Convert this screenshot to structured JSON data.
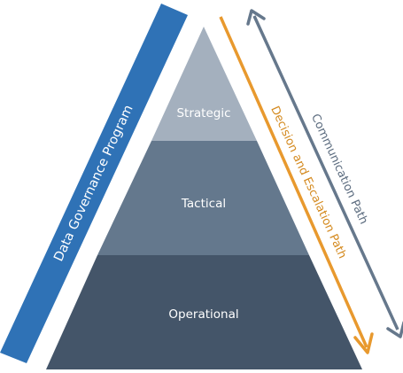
{
  "diagram": {
    "program_label": "Data Governance Program",
    "levels": [
      {
        "label": "Strategic"
      },
      {
        "label": "Tactical"
      },
      {
        "label": "Operational"
      }
    ],
    "decision_path_label": "Decision and Escalation Path",
    "communication_path_label": "Communication Path",
    "colors": {
      "program_bar": "#2F72B6",
      "program_bar_text": "#ffffff",
      "strategic": "#A4B0BE",
      "tactical": "#64788D",
      "operational": "#445569",
      "level_text": "#ffffff",
      "decision_arrow": "#E8992E",
      "decision_text": "#D48A1F",
      "communication_arrow": "#66788C",
      "communication_text": "#5C6C7F"
    }
  }
}
